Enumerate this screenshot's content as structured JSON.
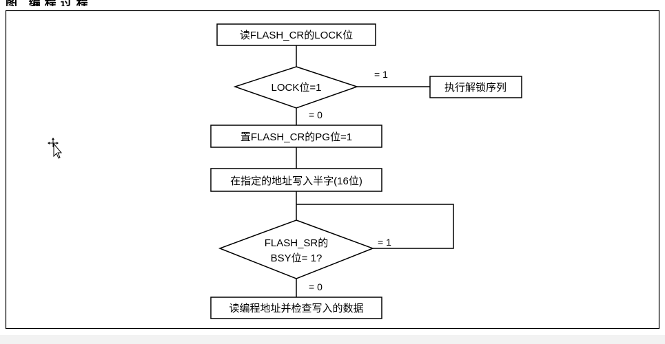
{
  "caption": "图    编程过程",
  "nodes": {
    "read_lock": "读FLASH_CR的LOCK位",
    "lock_decision": "LOCK位=1",
    "unlock_seq": "执行解锁序列",
    "set_pg": "置FLASH_CR的PG位=1",
    "write_halfword": "在指定的地址写入半字(16位)",
    "bsy_line1": "FLASH_SR的",
    "bsy_line2": "BSY位= 1?",
    "verify": "读编程地址并检查写入的数据"
  },
  "edges": {
    "lock_yes": "= 1",
    "lock_no": "= 0",
    "bsy_yes": "= 1",
    "bsy_no": "= 0"
  },
  "colors": {
    "line": "#000000",
    "background": "#ffffff",
    "bottom_strip": "#f2f2f2"
  },
  "icons": [
    "move-cursor-icon"
  ]
}
